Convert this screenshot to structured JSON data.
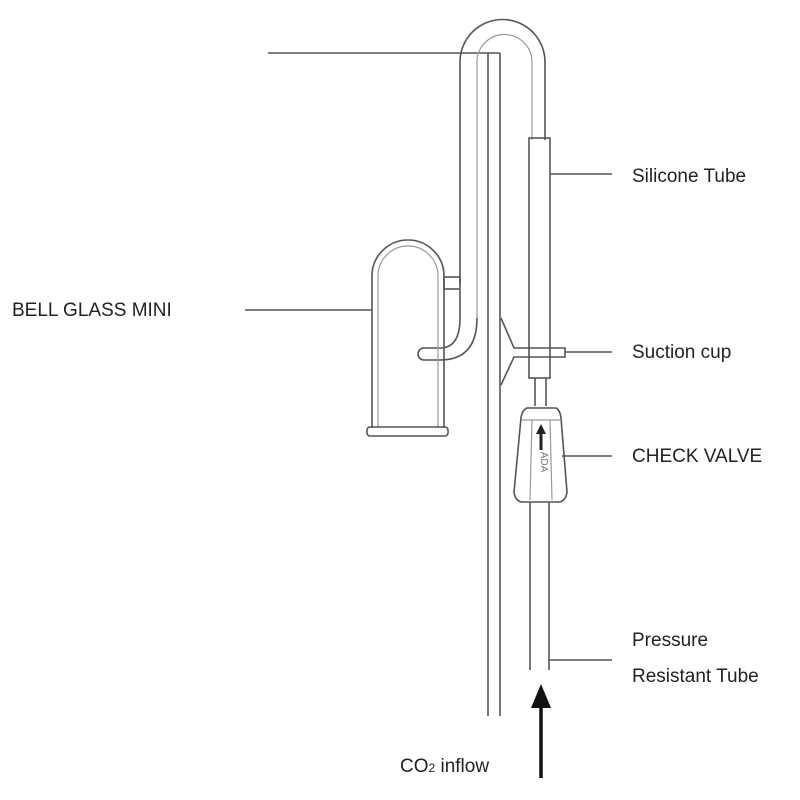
{
  "labels": {
    "silicone_tube": "Silicone Tube",
    "bell_glass": "BELL GLASS MINI",
    "suction_cup": "Suction cup",
    "check_valve": "CHECK VALVE",
    "pressure_line1": "Pressure",
    "pressure_line2": "Resistant Tube",
    "co2_prefix": "CO",
    "co2_sub": "2",
    "co2_suffix": " inflow",
    "valve_brand": "ADA"
  }
}
